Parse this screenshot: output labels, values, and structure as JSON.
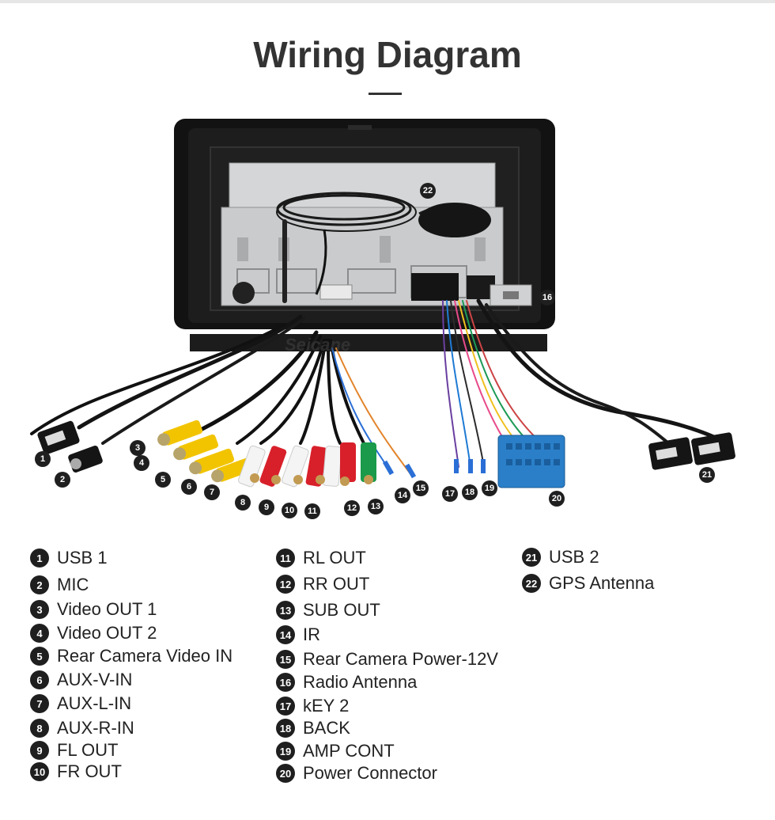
{
  "title": "Wiring Diagram",
  "watermark": "Seicane",
  "connectors": [
    {
      "num": "1",
      "label": "USB 1"
    },
    {
      "num": "2",
      "label": "MIC"
    },
    {
      "num": "3",
      "label": "Video OUT 1"
    },
    {
      "num": "4",
      "label": "Video OUT 2"
    },
    {
      "num": "5",
      "label": "Rear Camera Video IN"
    },
    {
      "num": "6",
      "label": "AUX-V-IN"
    },
    {
      "num": "7",
      "label": "AUX-L-IN"
    },
    {
      "num": "8",
      "label": "AUX-R-IN"
    },
    {
      "num": "9",
      "label": "FL OUT"
    },
    {
      "num": "10",
      "label": "FR OUT"
    },
    {
      "num": "11",
      "label": "RL OUT"
    },
    {
      "num": "12",
      "label": "RR OUT"
    },
    {
      "num": "13",
      "label": "SUB OUT"
    },
    {
      "num": "14",
      "label": "IR"
    },
    {
      "num": "15",
      "label": "Rear Camera Power-12V"
    },
    {
      "num": "16",
      "label": "Radio Antenna"
    },
    {
      "num": "17",
      "label": "kEY 2"
    },
    {
      "num": "18",
      "label": "BACK"
    },
    {
      "num": "19",
      "label": "AMP CONT"
    },
    {
      "num": "20",
      "label": "Power Connector"
    },
    {
      "num": "21",
      "label": "USB 2"
    },
    {
      "num": "22",
      "label": "GPS Antenna"
    }
  ],
  "colors": {
    "badge": "#1f1f1f",
    "rca_yellow": "#f2c400",
    "rca_white": "#f4f4f4",
    "rca_red": "#d8202a",
    "rca_green": "#1a9a4a",
    "power_connector": "#2a7fc8",
    "frame": "#121212",
    "chassis": "#c9cbcc"
  }
}
